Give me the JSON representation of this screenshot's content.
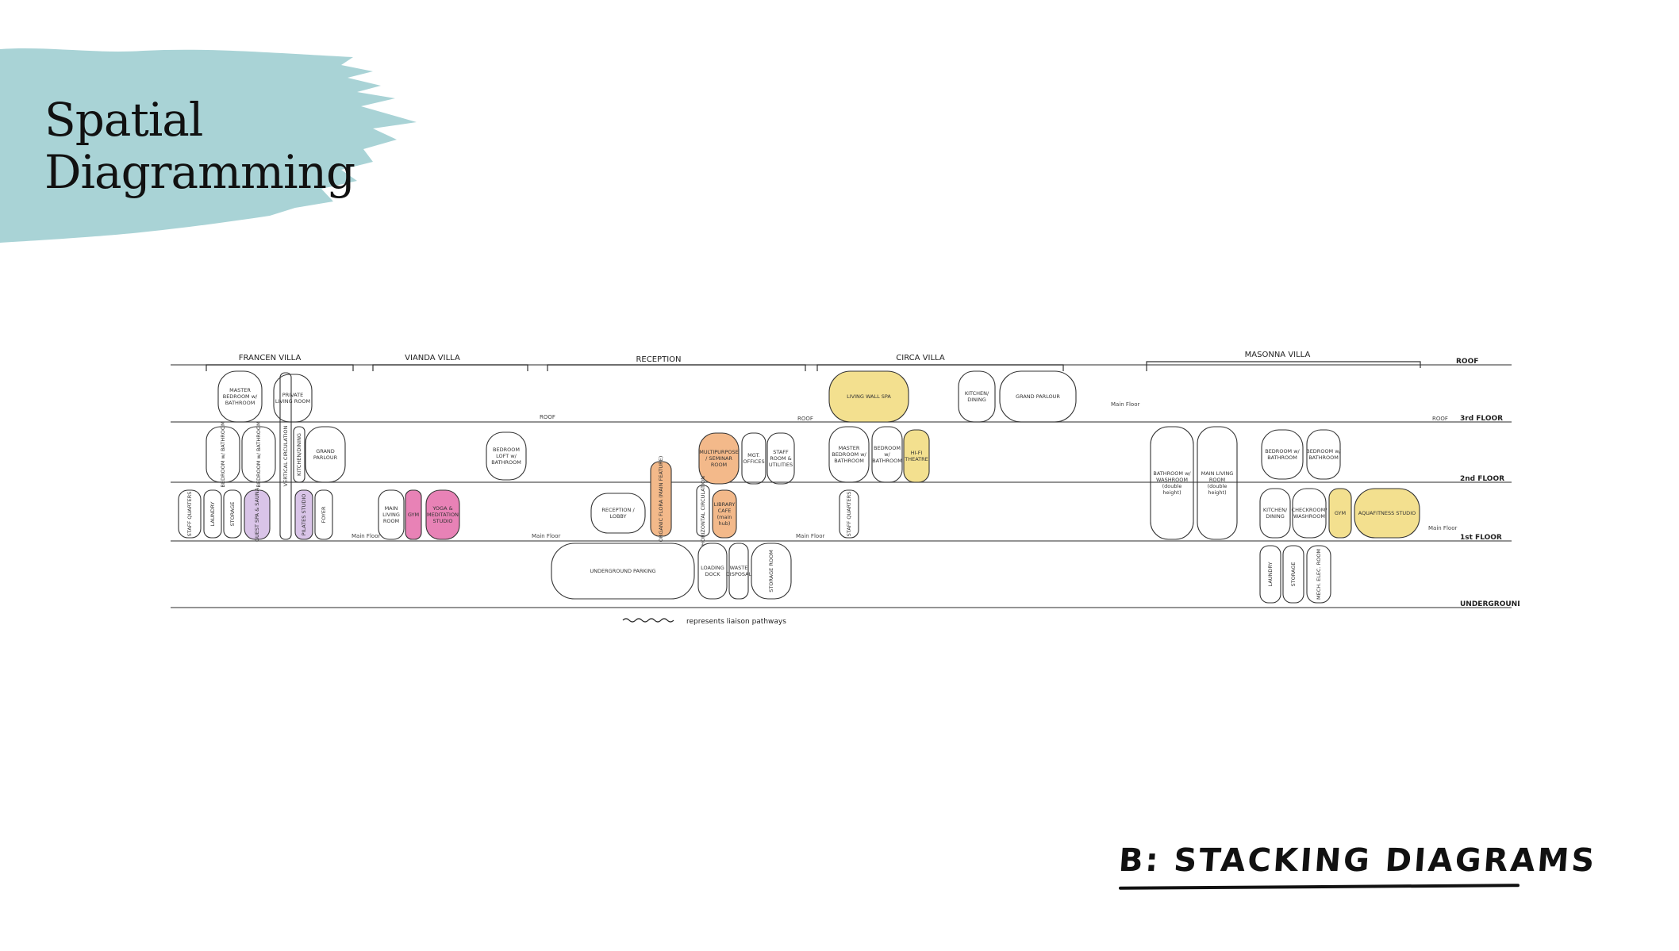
{
  "slide": {
    "title_line1": "Spatial",
    "title_line2": "Diagramming",
    "footer": "B: STACKING DIAGRAMS"
  },
  "colors": {
    "brush": "#a9d3d6",
    "pink": "#e882b6",
    "purple": "#d9c4e8",
    "orange": "#f3b98a",
    "yellow": "#f3e08f",
    "ink": "#222222"
  },
  "diagram": {
    "sections": [
      {
        "label": "FRANCEN VILLA"
      },
      {
        "label": "VIANDA VILLA"
      },
      {
        "label": "RECEPTION"
      },
      {
        "label": "CIRCA VILLA"
      },
      {
        "label": "MASONNA VILLA"
      }
    ],
    "levels": [
      {
        "label": "ROOF"
      },
      {
        "label": "3rd FLOOR"
      },
      {
        "label": "2nd FLOOR"
      },
      {
        "label": "1st FLOOR"
      },
      {
        "label": "UNDERGROUND"
      }
    ],
    "small_labels": {
      "roof_a": "ROOF",
      "roof_b": "ROOF",
      "roof_c": "ROOF",
      "main_floor_1": "Main Floor",
      "main_floor_2": "Main Floor",
      "main_floor_3": "Main Floor",
      "main_floor_4": "Main Floor",
      "main_floor_5": "Main Floor"
    },
    "legend": "represents liaison pathways",
    "spaces": [
      {
        "label": "MASTER BEDROOM w/ BATHROOM"
      },
      {
        "label": "PRIVATE LIVING ROOM"
      },
      {
        "label": "BEDROOM w/ BATHROOM"
      },
      {
        "label": "BEDROOM w/ BATHROOM"
      },
      {
        "label": "GRAND PARLOUR"
      },
      {
        "label": "VERTICAL CIRCULATION"
      },
      {
        "label": "KITCHEN/DINING"
      },
      {
        "label": "STAFF QUARTERS"
      },
      {
        "label": "LAUNDRY"
      },
      {
        "label": "STORAGE"
      },
      {
        "label": "GUEST SPA & SAUNA"
      },
      {
        "label": "PILATES STUDIO"
      },
      {
        "label": "FOYER"
      },
      {
        "label": "MAIN LIVING ROOM"
      },
      {
        "label": "GYM"
      },
      {
        "label": "YOGA & MEDITATION STUDIO"
      },
      {
        "label": "BEDROOM LOFT w/ BATHROOM"
      },
      {
        "label": "RECEPTION / LOBBY"
      },
      {
        "label": "ORGANIC FLORA (MAIN FEATURE)"
      },
      {
        "label": "MULTIPURPOSE / SEMINAR ROOM"
      },
      {
        "label": "MGT. OFFICES"
      },
      {
        "label": "STAFF ROOM & UTILITIES"
      },
      {
        "label": "HORIZONTAL CIRCULATION"
      },
      {
        "label": "LIBRARY CAFE (main hub)"
      },
      {
        "label": "UNDERGROUND PARKING"
      },
      {
        "label": "LOADING DOCK"
      },
      {
        "label": "WASTE DISPOSAL"
      },
      {
        "label": "STORAGE ROOM"
      },
      {
        "label": "LIVING WALL SPA"
      },
      {
        "label": "MASTER BEDROOM w/ BATHROOM"
      },
      {
        "label": "BEDROOM w/ BATHROOM"
      },
      {
        "label": "HI-FI THEATRE"
      },
      {
        "label": "STAFF QUARTERS"
      },
      {
        "label": "KITCHEN/ DINING"
      },
      {
        "label": "GRAND PARLOUR"
      },
      {
        "label": "BATHROOM w/ WASHROOM (double height)"
      },
      {
        "label": "MAIN LIVING ROOM (double height)"
      },
      {
        "label": "BEDROOM w/ BATHROOM"
      },
      {
        "label": "BEDROOM w/ BATHROOM"
      },
      {
        "label": "KITCHEN/ DINING"
      },
      {
        "label": "CHECKROOM/ WASHROOM"
      },
      {
        "label": "GYM"
      },
      {
        "label": "AQUAFITNESS STUDIO"
      },
      {
        "label": "LAUNDRY"
      },
      {
        "label": "STORAGE"
      },
      {
        "label": "MECH. ELEC. ROOM"
      }
    ]
  }
}
